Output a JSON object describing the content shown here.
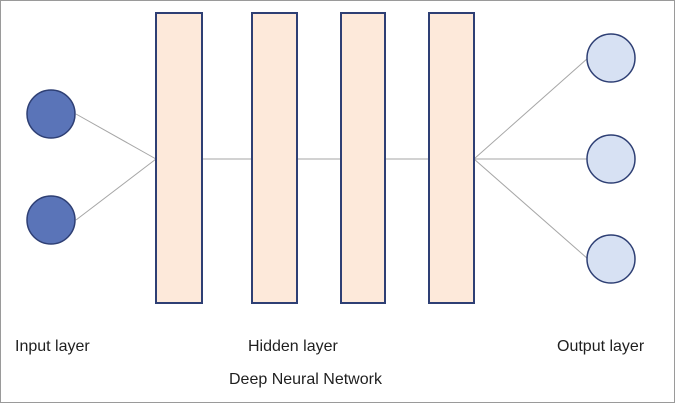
{
  "labels": {
    "input_layer": "Input layer",
    "hidden_layer": "Hidden layer",
    "output_layer": "Output layer",
    "caption": "Deep Neural Network"
  },
  "structure": {
    "input_nodes": 2,
    "hidden_layers": 4,
    "output_nodes": 3
  },
  "colors": {
    "input_node_fill": "#5a74b8",
    "output_node_fill": "#d7e1f3",
    "node_stroke": "#2e3f74",
    "hidden_layer_fill": "#fde9da",
    "hidden_layer_stroke": "#2e3f74",
    "connection": "#a6a6a6"
  }
}
